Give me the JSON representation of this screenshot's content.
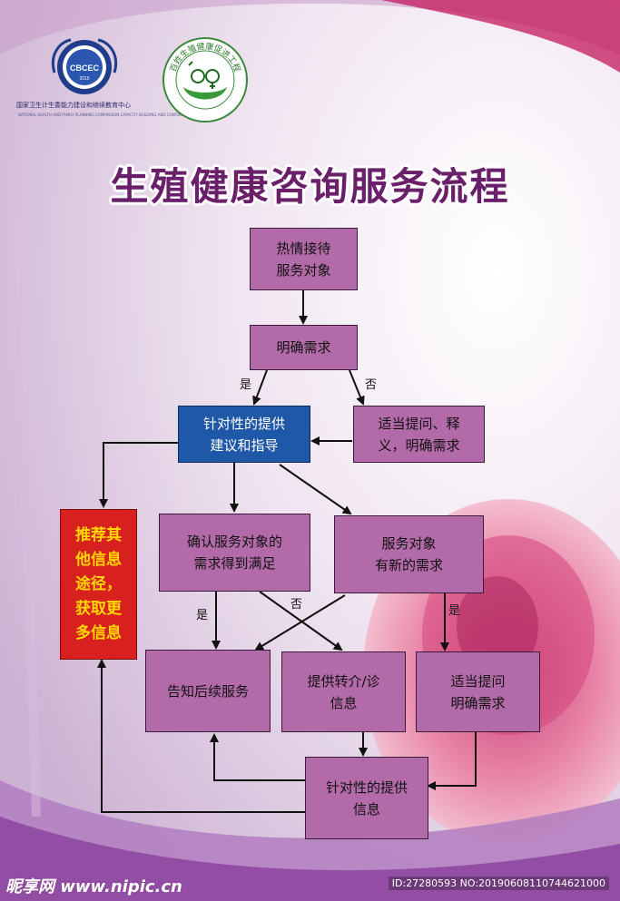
{
  "title": "生殖健康咨询服务流程",
  "org": {
    "logo1_text": "CBCEC",
    "logo1_year": "2015",
    "name_cn": "国家卫生计生委能力建设和继续教育中心",
    "name_en": "NATIONAL HEALTH AND FAMILY PLANNING COMMISSION CAPACITY BUILDING AND CONTINUING EDUCATION CENTER",
    "logo2_text": "百姓生殖健康促进工程"
  },
  "nodes": {
    "reception": "热情接待\n服务对象",
    "clarify": "明确需求",
    "advice": "针对性的提供\n建议和指导",
    "ask": "适当提问、释\n义，明确需求",
    "recommend": "推荐其\n他信息\n途径，\n获取更\n多信息",
    "confirm": "确认服务对象的\n需求得到满足",
    "new_need": "服务对象\n有新的需求",
    "followup": "告知后续服务",
    "referral": "提供转介/诊\n信息",
    "ask2": "适当提问\n明确需求",
    "info": "针对性的提供\n信息"
  },
  "labels": {
    "yes1": "是",
    "no1": "否",
    "yes2": "是",
    "no2": "否",
    "yes3": "是"
  },
  "watermark": "昵享网 www.nipic.cn",
  "image_id": "ID:27280593 NO:20190608110744621000",
  "colors": {
    "box": "#b36aa8",
    "blue": "#1f58a6",
    "red": "#d8201e",
    "title": "#6a1f6a"
  }
}
